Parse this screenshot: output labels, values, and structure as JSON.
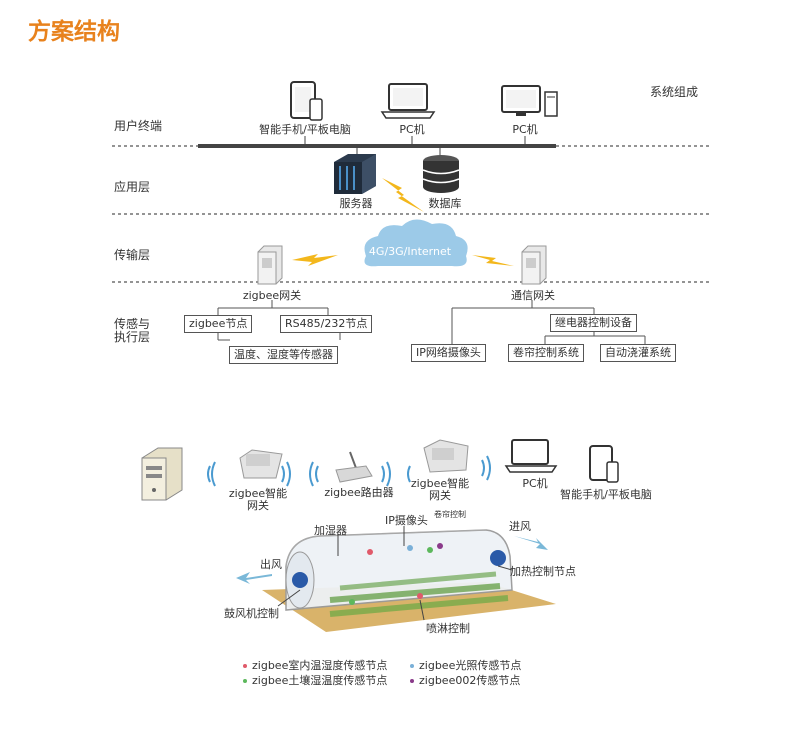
{
  "title": "方案结构",
  "composition_label": "系统组成",
  "layers": {
    "user": "用户终端",
    "app": "应用层",
    "transport": "传输层",
    "sense_line1": "传感与",
    "sense_line2": "执行层"
  },
  "devices": {
    "phone_tablet": "智能手机/平板电脑",
    "pc1": "PC机",
    "pc2": "PC机",
    "server": "服务器",
    "database": "数据库",
    "cloud": "4G/3G/Internet",
    "zigbee_gateway": "zigbee网关",
    "comm_gateway": "通信网关"
  },
  "boxes": {
    "zigbee_node": "zigbee节点",
    "rs485": "RS485/232节点",
    "temp_sensor": "温度、湿度等传感器",
    "relay": "继电器控制设备",
    "ip_camera": "IP网络摄像头",
    "curtain": "卷帘控制系统",
    "irrigation": "自动浇灌系统"
  },
  "scene": {
    "gw_label1": "zigbee智能",
    "gw_label2": "网关",
    "router": "zigbee路由器",
    "gw2_label1": "zigbee智能",
    "gw2_label2": "网关",
    "pc": "PC机",
    "phone_tablet": "智能手机/平板电脑",
    "humidifier": "加湿器",
    "ip_cam": "IP摄像头",
    "curtain_ctrl": "卷帘控制",
    "air_in": "进风",
    "air_out": "出风",
    "heat_node": "加热控制节点",
    "fan_ctrl": "鼓风机控制",
    "spray_ctrl": "喷淋控制"
  },
  "legend": [
    {
      "label": "zigbee室内温湿度传感节点",
      "color": "#e05a6a"
    },
    {
      "label": "zigbee光照传感节点",
      "color": "#7ab0d8"
    },
    {
      "label": "zigbee土壤湿温度传感节点",
      "color": "#5cb85c"
    },
    {
      "label": "zigbee002传感节点",
      "color": "#8a3a8a"
    }
  ]
}
